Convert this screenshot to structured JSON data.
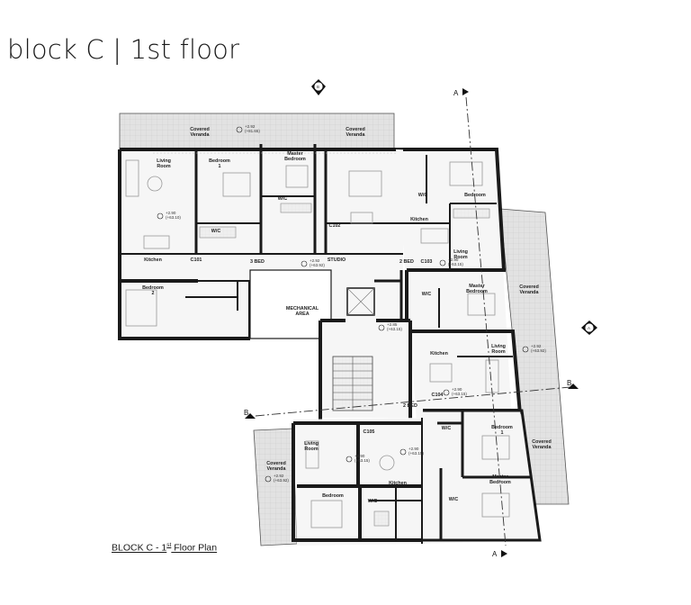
{
  "page_title": "block C | 1st floor",
  "caption": {
    "prefix": "BLOCK C - 1",
    "sup": "st",
    "suffix": " Floor Plan"
  },
  "section_markers": {
    "a": "A",
    "b": "B"
  },
  "rooms": {
    "covered_veranda_1": "Covered\nVeranda",
    "covered_veranda_2": "Covered\nVeranda",
    "covered_veranda_3": "Covered\nVeranda",
    "covered_veranda_4": "Covered\nVeranda",
    "covered_veranda_5": "Covered\nVeranda",
    "living_room_1": "Living\nRoom",
    "bedroom_1": "Bedroom\n1",
    "master_bedroom_1": "Master\nBedroom",
    "wc_1": "W/C",
    "wc_2": "W/C",
    "kitchen_1": "Kitchen",
    "c101": "C101",
    "bedroom_2": "Bedroom\n2",
    "c102": "C102",
    "studio": "STUDIO",
    "bed3": "3 BED",
    "mechanical_area": "MECHANICAL\nAREA",
    "wc_3": "W/C",
    "bedroom_3": "Bedroom",
    "kitchen_3": "Kitchen",
    "living_room_3": "Living\nRoom",
    "c103": "C103",
    "bed2_a": "2 BED",
    "wc_4": "W/C",
    "master_bedroom_3": "Master\nBedroom",
    "kitchen_4": "Kitchen",
    "living_room_4": "Living\nRoom",
    "c104": "C104",
    "bed2_b": "2 BED",
    "c105": "C105",
    "living_room_5": "Living\nRoom",
    "kitchen_5": "Kitchen",
    "bedroom_5": "Bedroom",
    "wc_5": "W/C",
    "wc_6": "W/C",
    "bedroom_6": "Bedroom\n1",
    "master_bedroom_6": "Master\nBedroom",
    "wc_7": "W/C"
  },
  "levels": {
    "l1": "+2.92\n(+81.65)",
    "l2": "+2.90\n(+63.10)",
    "l3": "+2.92\n(+63.92)",
    "l4": "+2.90\n(+63.15)",
    "l5": "+2.85\n(+63.15)",
    "l6": "+2.92\n(+63.92)",
    "l7": "+2.90\n(+63.15)",
    "l8": "+2.90\n(+63.15)",
    "l9": "+2.90\n(+63.15)",
    "l10": "+2.92\n(+63.92)"
  },
  "colors": {
    "wall": "#1a1a1a",
    "veranda": "#d4d4d4",
    "interior": "#f3f3f3",
    "furniture": "#9a9a9a"
  }
}
